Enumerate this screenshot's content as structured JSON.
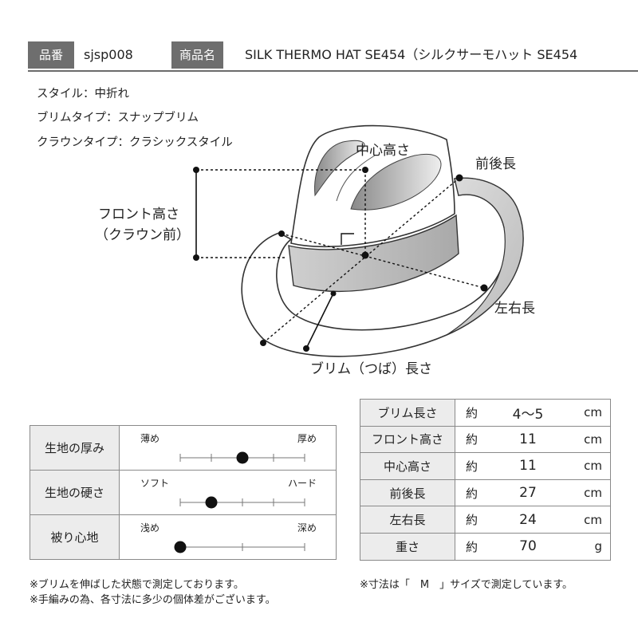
{
  "header": {
    "item_no_label": "品番",
    "item_no": "sjsp008",
    "product_label": "商品名",
    "product_name": "SILK THERMO HAT SE454（シルクサーモハット SE454"
  },
  "specs": [
    "スタイル：中折れ",
    "ブリムタイプ：スナップブリム",
    "クラウンタイプ：クラシックスタイル"
  ],
  "diagram": {
    "center_height": "中心高さ",
    "front_back": "前後長",
    "front_height_1": "フロント高さ",
    "front_height_2": "（クラウン前）",
    "left_right": "左右長",
    "brim_length": "ブリム（つば）長さ"
  },
  "characteristics": [
    {
      "name": "生地の厚み",
      "min": "薄め",
      "max": "厚め",
      "ticks": 5,
      "level": 0.5
    },
    {
      "name": "生地の硬さ",
      "min": "ソフト",
      "max": "ハード",
      "ticks": 5,
      "level": 0.25
    },
    {
      "name": "被り心地",
      "min": "浅め",
      "max": "深め",
      "ticks": 3,
      "level": 0.0
    }
  ],
  "measurements": [
    {
      "name": "ブリム長さ",
      "prefix": "約",
      "value": "4～5",
      "unit": "cm"
    },
    {
      "name": "フロント高さ",
      "prefix": "約",
      "value": "11",
      "unit": "cm"
    },
    {
      "name": "中心高さ",
      "prefix": "約",
      "value": "11",
      "unit": "cm"
    },
    {
      "name": "前後長",
      "prefix": "約",
      "value": "27",
      "unit": "cm"
    },
    {
      "name": "左右長",
      "prefix": "約",
      "value": "24",
      "unit": "cm"
    },
    {
      "name": "重さ",
      "prefix": "約",
      "value": "70",
      "unit": "g"
    }
  ],
  "notes": {
    "note1": "※ブリムを伸ばした状態で測定しております。",
    "note2": "※手編みの為、各寸法に多少の個体差がございます。",
    "note3": "※寸法は「　M　」サイズで測定しています。"
  },
  "colors": {
    "header_bg": "#6e6e6e",
    "cell_bg": "#ececec",
    "border": "#8a8a8a",
    "dot": "#111111"
  }
}
